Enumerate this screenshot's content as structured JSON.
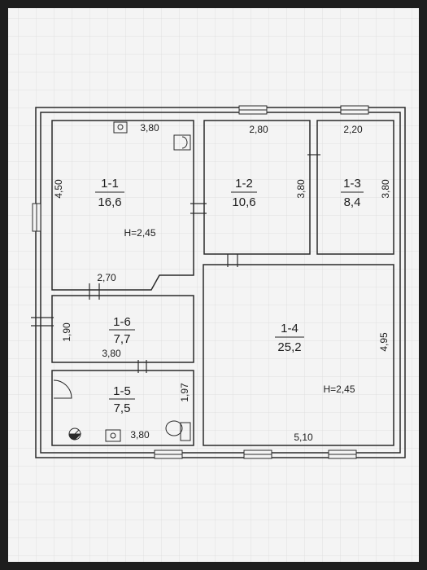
{
  "rooms": {
    "r11": {
      "id": "1-1",
      "area": "16,6",
      "height": "H=2,45"
    },
    "r12": {
      "id": "1-2",
      "area": "10,6"
    },
    "r13": {
      "id": "1-3",
      "area": "8,4"
    },
    "r14": {
      "id": "1-4",
      "area": "25,2",
      "height": "H=2,45"
    },
    "r15": {
      "id": "1-5",
      "area": "7,5"
    },
    "r16": {
      "id": "1-6",
      "area": "7,7"
    }
  },
  "dims": {
    "r11_top": "3,80",
    "r11_left": "4,50",
    "r11_bottom": "2,70",
    "r12_top": "2,80",
    "r12_right": "3,80",
    "r13_top": "2,20",
    "r13_right": "3,80",
    "r14_right": "4,95",
    "r14_bottom": "5,10",
    "r16_left": "1,90",
    "r16_bottom": "3,80",
    "r15_right": "1,97",
    "r15_bottom": "3,80"
  },
  "colors": {
    "paper": "#f4f4f4",
    "grid": "#dcdcdc",
    "wall": "#2a2a2a",
    "frame_outer": "#1e1e1e"
  }
}
